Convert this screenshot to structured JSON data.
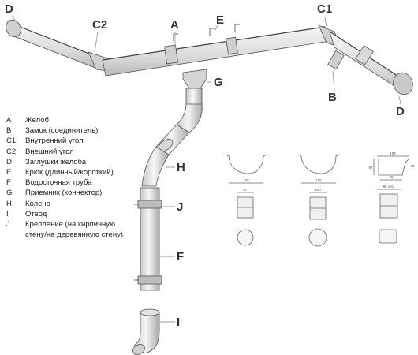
{
  "callouts": {
    "D_left": "D",
    "C2": "C2",
    "A": "A",
    "E": "E",
    "C1": "C1",
    "G": "G",
    "B": "B",
    "D_right": "D",
    "H": "H",
    "J": "J",
    "F": "F",
    "I": "I"
  },
  "legend": [
    {
      "key": "A",
      "text": "Желоб"
    },
    {
      "key": "B",
      "text": "Замок (соединитель)"
    },
    {
      "key": "C1",
      "text": "Внутренний угол"
    },
    {
      "key": "C2",
      "text": "Внешний угол"
    },
    {
      "key": "D",
      "text": "Заглушки желоба"
    },
    {
      "key": "E",
      "text": "Крюк (длинный/короткий)"
    },
    {
      "key": "F",
      "text": "Водосточная труба"
    },
    {
      "key": "G",
      "text": "Приемник (коннектор)"
    },
    {
      "key": "H",
      "text": "Колено"
    },
    {
      "key": "I",
      "text": "Отвод"
    },
    {
      "key": "J",
      "text": "Крепление (на кирпичную"
    },
    {
      "key": "",
      "text": "стену/на деревянную стену)"
    }
  ],
  "dimensions": {
    "profile1_width": "156",
    "profile1_pipe": "87",
    "profile2_width": "156",
    "profile2_pipe": "100",
    "profile3_top": "104",
    "profile3_left": "97",
    "profile3_right": "80",
    "profile3_bottom": "65",
    "profile3_pipe": "98 x 63"
  }
}
